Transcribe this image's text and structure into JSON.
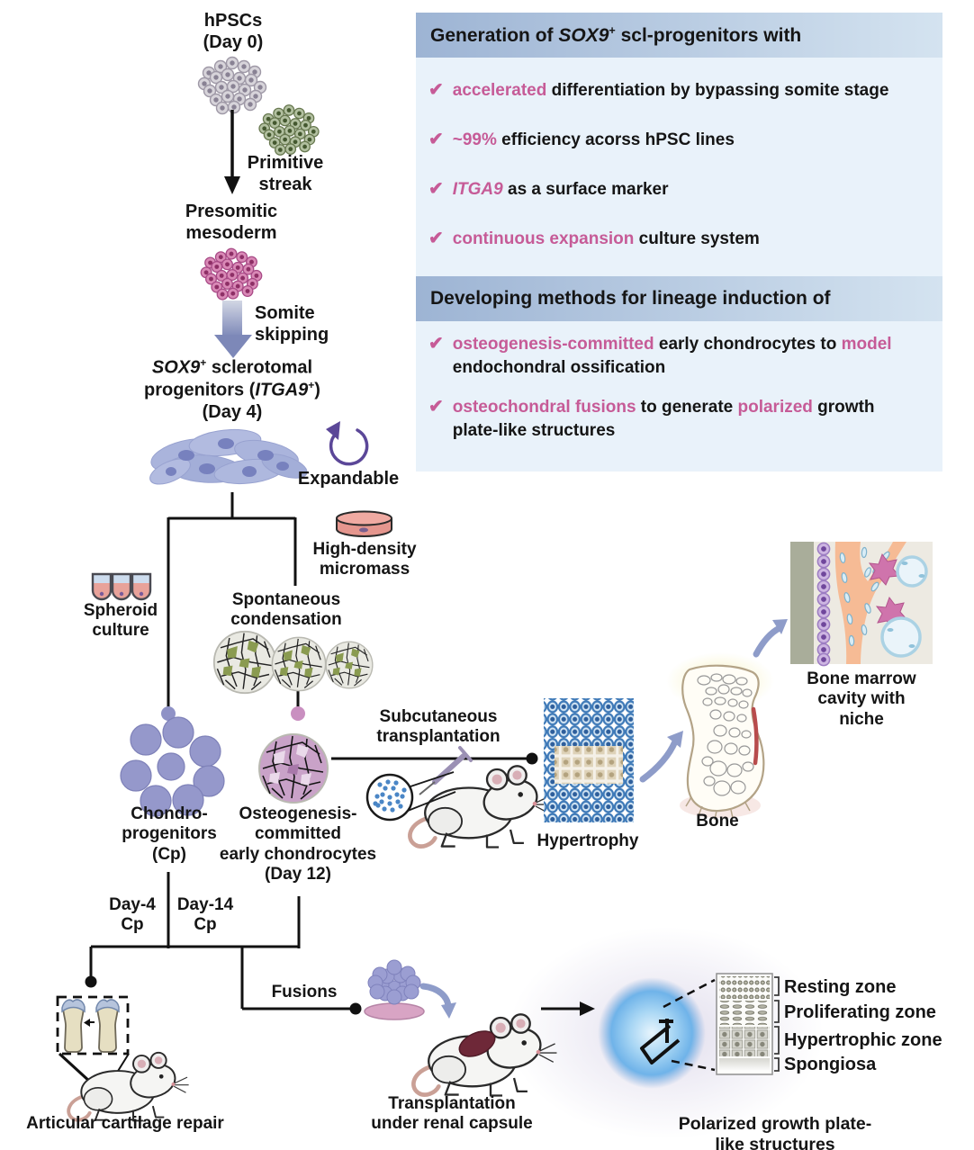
{
  "colors": {
    "pink": "#c65b97",
    "header_gradient_left": "#9db4d4",
    "header_gradient_right": "#d4e3f0",
    "box_body": "#e9f2fa",
    "hypertrophy_blue": "#3f7ab8",
    "hypertrophy_tan": "#ded2b8",
    "blob_blue": "#6fb3e9",
    "expand_purple": "#5b4798"
  },
  "info_box": {
    "section1": {
      "title": [
        {
          "t": "Generation of "
        },
        {
          "t": "SOX9",
          "i": 1
        },
        {
          "t": "+",
          "sup": 1
        },
        {
          "t": " scl-progenitors with"
        }
      ],
      "bullets": [
        [
          {
            "t": "accelerated",
            "c": "pink"
          },
          {
            "t": " differentiation by bypassing somite stage"
          }
        ],
        [
          {
            "t": "~99%",
            "c": "pink"
          },
          {
            "t": " efficiency acorss hPSC lines"
          }
        ],
        [
          {
            "t": "ITGA9",
            "c": "pink",
            "i": 1
          },
          {
            "t": " as a surface marker"
          }
        ],
        [
          {
            "t": "continuous expansion",
            "c": "pink"
          },
          {
            "t": " culture system"
          }
        ]
      ]
    },
    "section2": {
      "title": [
        {
          "t": "Developing methods for lineage induction of"
        }
      ],
      "bullets": [
        [
          {
            "t": "osteogenesis-committed",
            "c": "pink"
          },
          {
            "t": " early chondrocytes to "
          },
          {
            "t": "model",
            "c": "pink"
          },
          {
            "t": "\nendochondral ossification"
          }
        ],
        [
          {
            "t": "osteochondral fusions",
            "c": "pink"
          },
          {
            "t": " to generate "
          },
          {
            "t": "polarized",
            "c": "pink"
          },
          {
            "t": " growth\nplate-like structures"
          }
        ]
      ]
    },
    "checkmark": "✔"
  },
  "flow": {
    "hpscs": "hPSCs\n(Day 0)",
    "primitive_streak": "Primitive\nstreak",
    "presomitic": "Presomitic\nmesoderm",
    "somite_skipping": "Somite\nskipping",
    "sox9_progenitors": [
      {
        "t": "SOX9",
        "i": 1
      },
      {
        "t": "+",
        "sup": 1
      },
      {
        "t": " sclerotomal\nprogenitors ("
      },
      {
        "t": "ITGA9",
        "i": 1
      },
      {
        "t": "+",
        "sup": 1
      },
      {
        "t": ")\n(Day 4)"
      }
    ],
    "expandable": "Expandable",
    "spheroid_culture": "Spheroid\nculture",
    "high_density": "High-density\nmicromass",
    "spontaneous": "Spontaneous\ncondensation",
    "chondroprogenitors": "Chondro-\nprogenitors\n(Cp)",
    "osteo_committed": "Osteogenesis-\ncommitted\nearly chondrocytes\n(Day 12)",
    "subcutaneous": "Subcutaneous\ntransplantation",
    "hypertrophy": "Hypertrophy",
    "bone": "Bone",
    "bone_marrow": "Bone marrow\ncavity with niche",
    "day4_cp": "Day-4\nCp",
    "day14_cp": "Day-14\nCp",
    "fusions": "Fusions",
    "articular": "Articular cartilage repair",
    "renal": "Transplantation\nunder renal capsule",
    "zones": {
      "resting": "Resting zone",
      "proliferating": "Proliferating zone",
      "hypertrophic": "Hypertrophic zone",
      "spongiosa": "Spongiosa"
    },
    "polarized": "Polarized growth plate-like structures"
  }
}
